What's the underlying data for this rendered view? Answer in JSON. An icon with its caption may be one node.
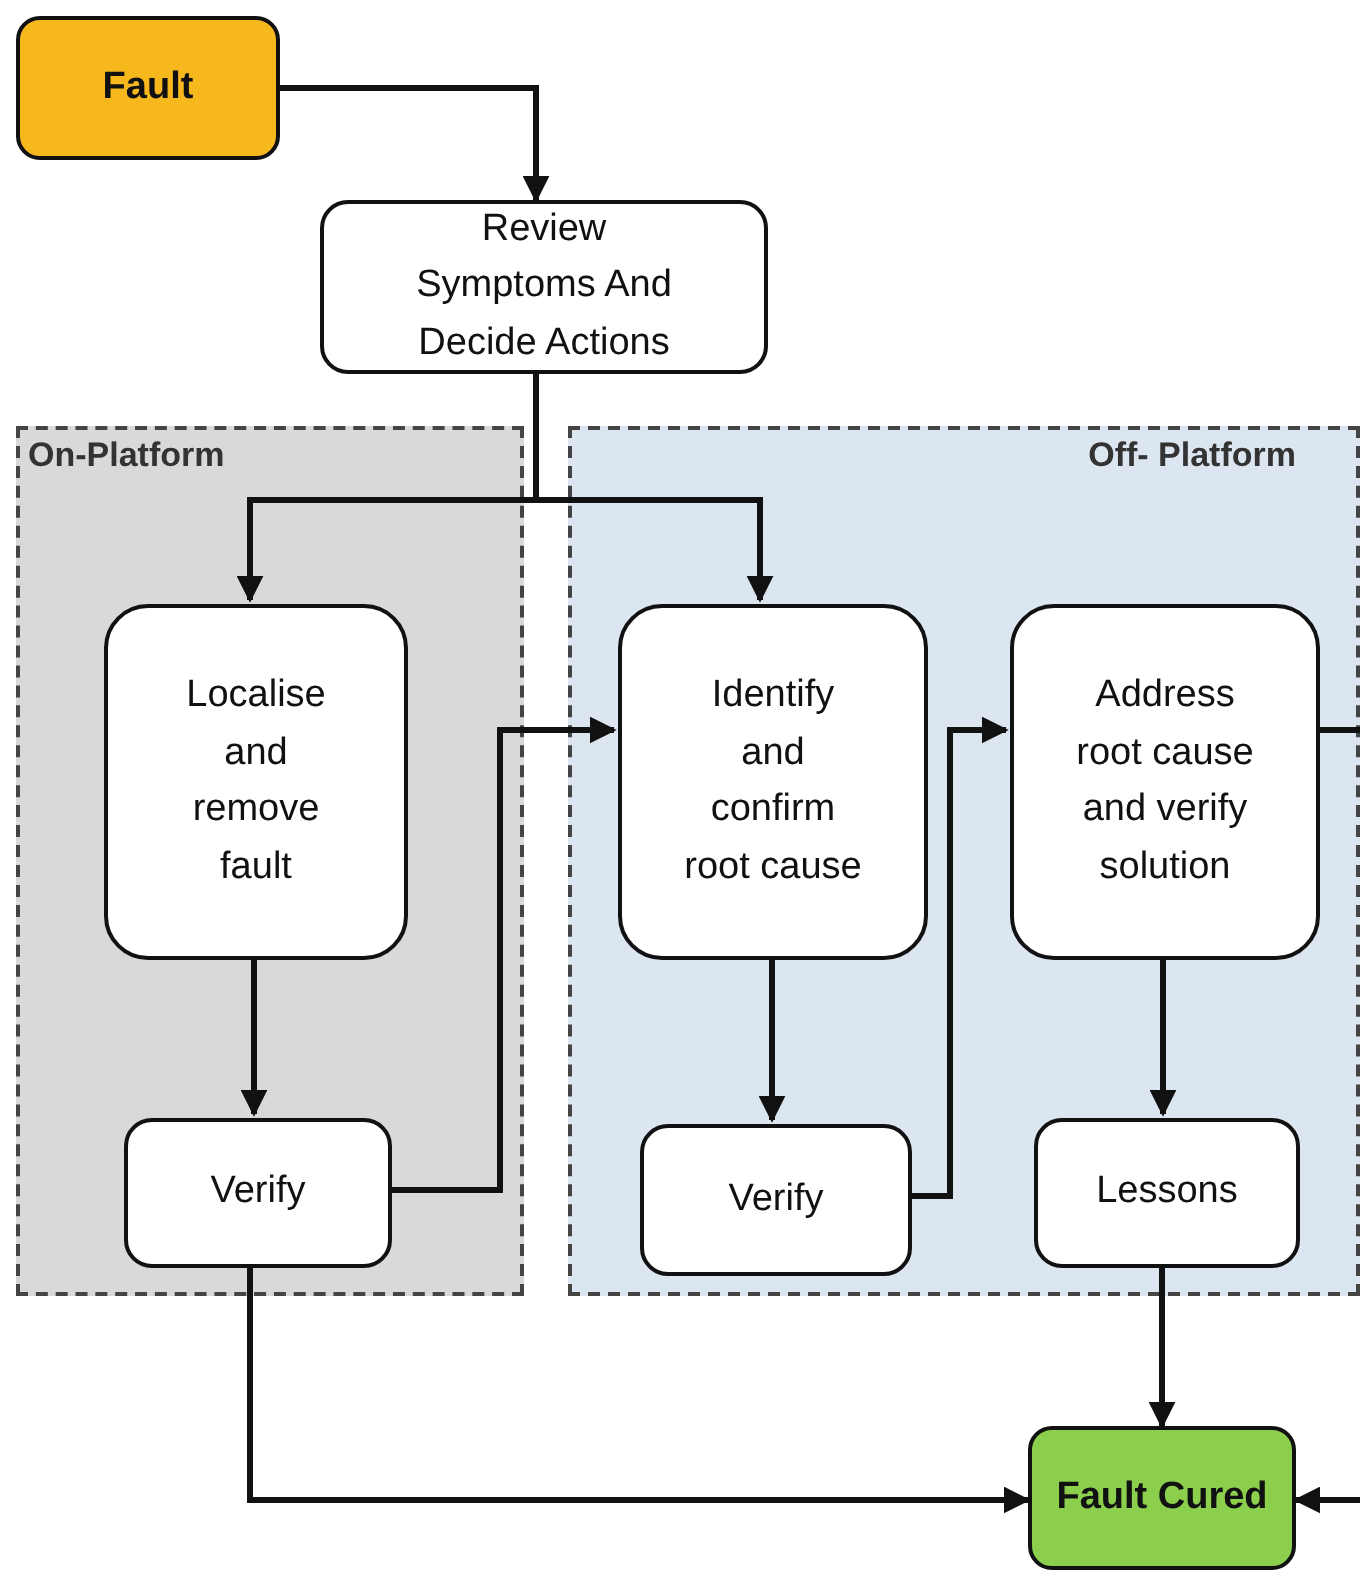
{
  "diagram": {
    "nodes": [
      {
        "text": [
          "Fault"
        ]
      },
      {
        "text": [
          "Review Symptoms And Decide Actions"
        ]
      },
      {
        "text": [
          "On-Platform"
        ]
      },
      {
        "text": [
          "Off- Platform"
        ]
      },
      {
        "text": [
          "Localise and remove fault"
        ],
        "in": 2
      },
      {
        "text": [
          "Verify"
        ],
        "in": 2
      },
      {
        "text": [
          "Identify and confirm root cause"
        ],
        "in": 3
      },
      {
        "text": [
          "Address root cause and verify solution"
        ],
        "in": 3
      },
      {
        "text": [
          "Verify"
        ],
        "in": 3
      },
      {
        "text": [
          "Lessons"
        ],
        "in": 3
      },
      {
        "text": [
          "Fault Cured"
        ]
      }
    ],
    "edges": [
      {
        "from": 0,
        "to": 1,
        "arrow": "to"
      },
      {
        "from": 1,
        "to": 4,
        "arrow": "to"
      },
      {
        "from": 1,
        "to": 6,
        "arrow": "to"
      },
      {
        "from": 4,
        "to": 5,
        "arrow": "to"
      },
      {
        "from": 5,
        "to": 6,
        "arrow": "to"
      },
      {
        "from": 6,
        "to": 8,
        "arrow": "to"
      },
      {
        "from": 8,
        "to": 7,
        "arrow": "to"
      },
      {
        "from": 7,
        "to": 9,
        "arrow": "to"
      },
      {
        "from": 9,
        "to": 10,
        "arrow": "to"
      },
      {
        "from": 5,
        "to": 10,
        "arrow": "to"
      },
      {
        "from": 7,
        "to": null,
        "arrow": "none"
      },
      {
        "from": null,
        "to": 10,
        "arrow": "to"
      }
    ]
  }
}
